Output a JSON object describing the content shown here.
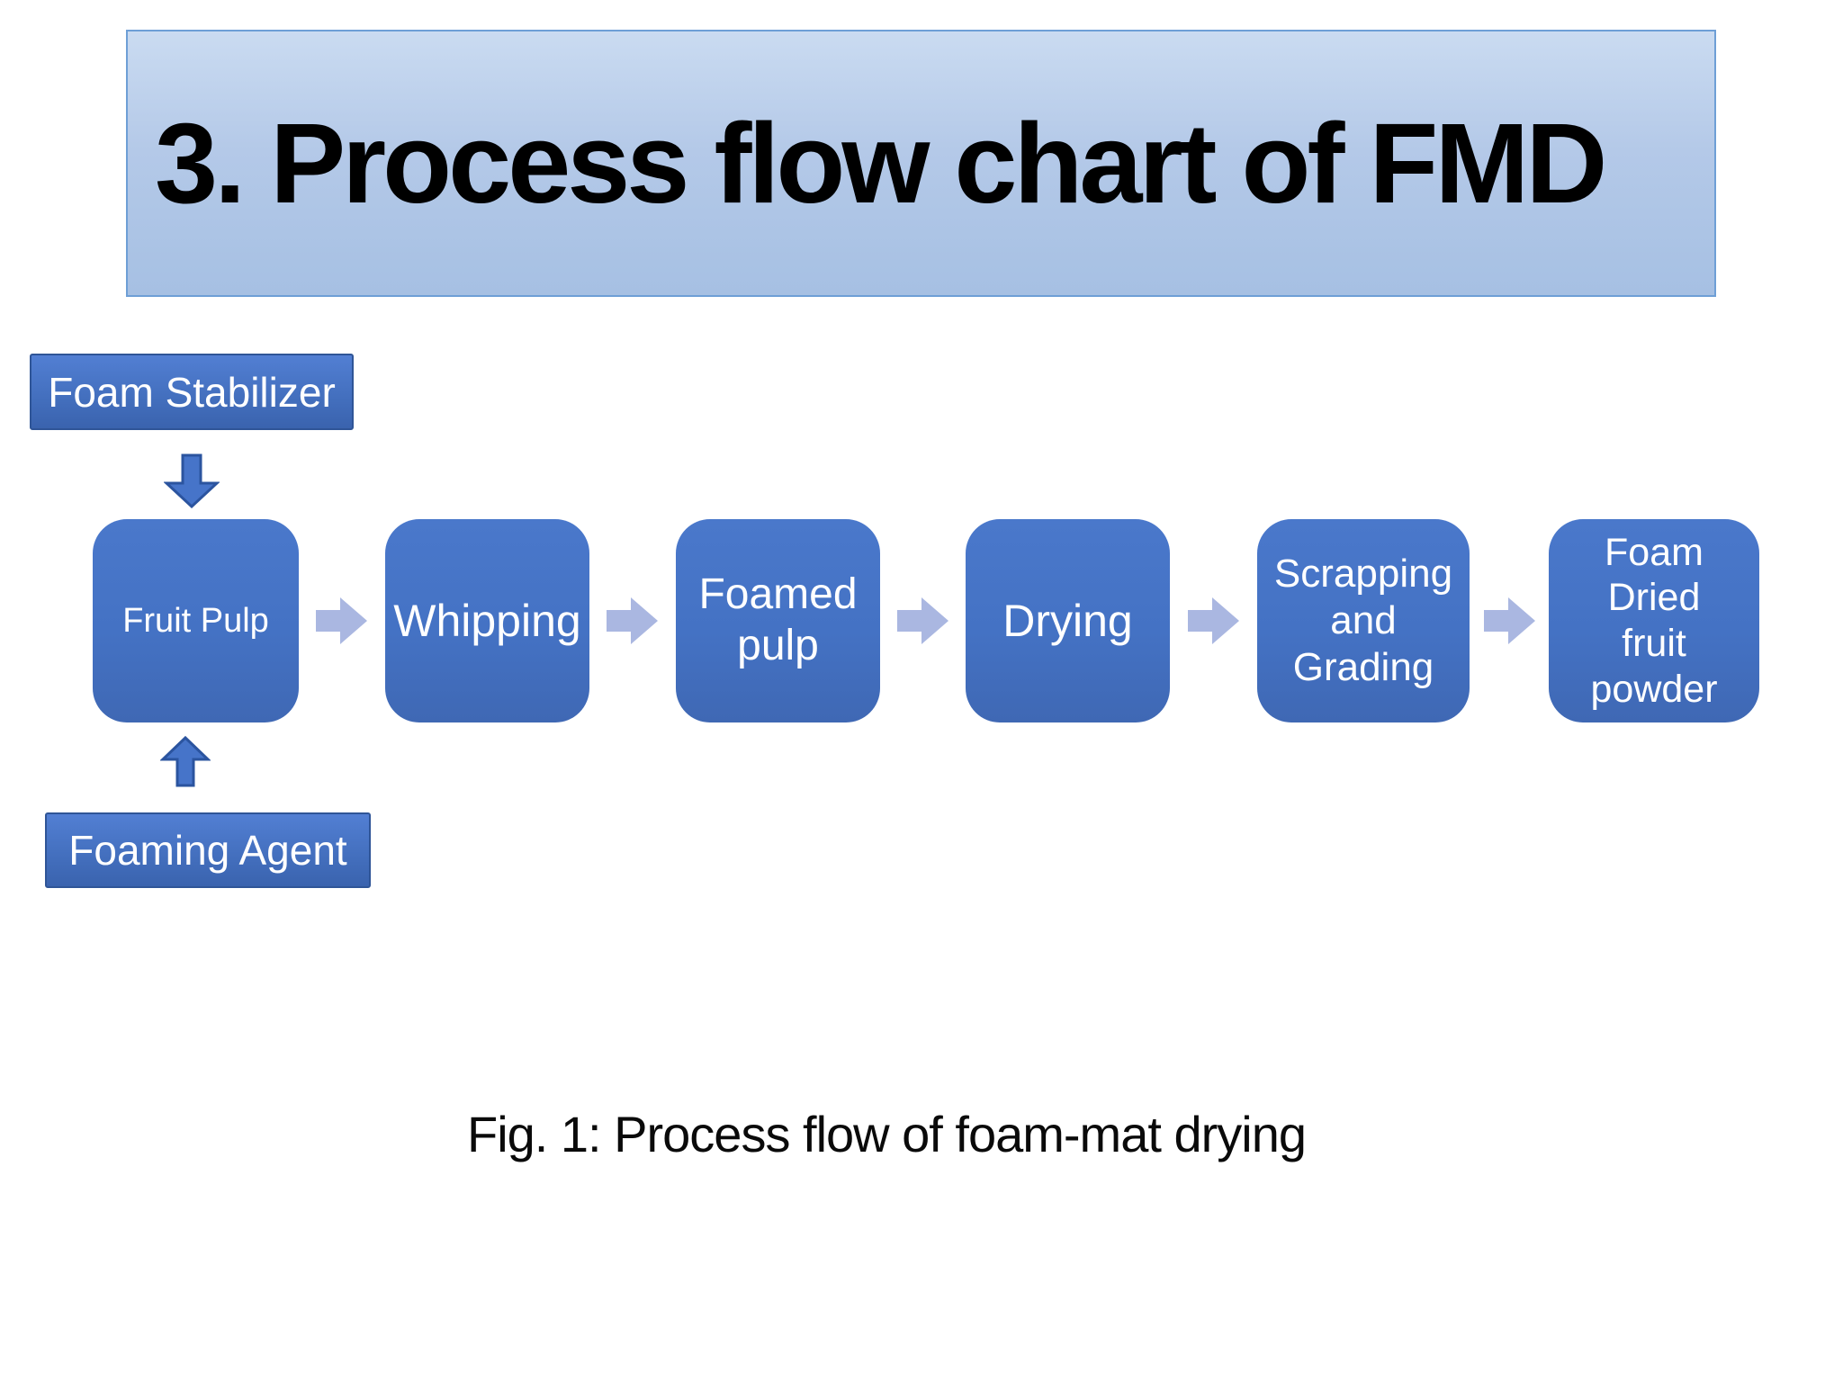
{
  "slide": {
    "title": "3. Process flow chart of FMD",
    "caption": "Fig. 1: Process flow of foam-mat drying"
  },
  "flowchart": {
    "inputs": [
      {
        "label": "Foam Stabilizer",
        "arrow_icon": "down-block-arrow",
        "connects_to": "Fruit Pulp"
      },
      {
        "label": "Foaming Agent",
        "arrow_icon": "up-block-arrow",
        "connects_to": "Fruit Pulp"
      }
    ],
    "steps": [
      {
        "label": "Fruit Pulp"
      },
      {
        "label": "Whipping"
      },
      {
        "label": "Foamed\npulp"
      },
      {
        "label": "Drying"
      },
      {
        "label": "Scrapping\nand\nGrading"
      },
      {
        "label": "Foam\nDried\nfruit\npowder"
      }
    ],
    "connector_icon": "right-chevron-arrow"
  },
  "colors": {
    "step_box_fill": "#4472c4",
    "connector_fill": "#aab7e1",
    "block_arrow_fill": "#4674c9",
    "block_arrow_outline": "#2b549f",
    "input_box_fill_top": "#527fd3",
    "input_box_fill_bottom": "#3a63ae",
    "input_box_border": "#2f5597",
    "banner_fill_top": "#cadbf1",
    "banner_fill_bottom": "#a6c0e3",
    "banner_border": "#6e9fd6",
    "title_color": "#000000",
    "text_on_blue": "#ffffff"
  }
}
